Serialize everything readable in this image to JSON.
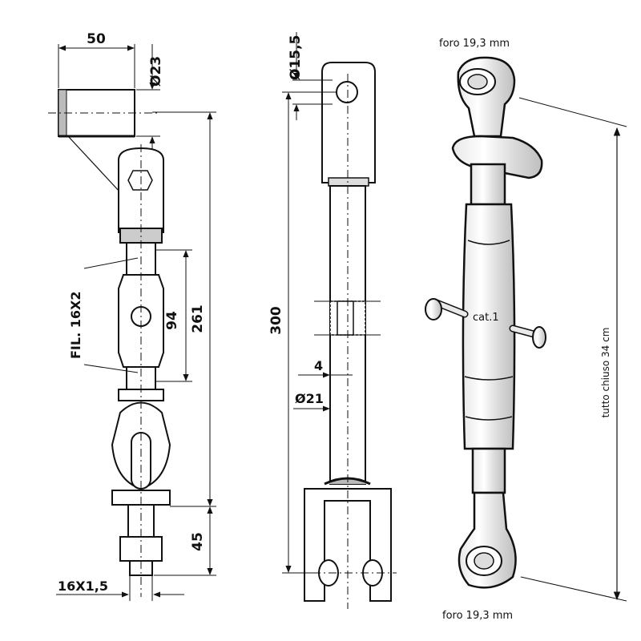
{
  "drawing_left": {
    "dim_top_width": "50",
    "dim_diameter": "Ø23",
    "dim_thread_label": "FIL. 16X2",
    "dim_middle": "94",
    "dim_total": "261",
    "dim_bottom": "45",
    "dim_thread_end": "16X1,5"
  },
  "drawing_middle": {
    "dim_hole": "Ø15,5",
    "dim_length": "300",
    "dim_small": "4",
    "dim_rod": "Ø21"
  },
  "photo_right": {
    "top_hole_label": "foro 19,3 mm",
    "bottom_hole_label": "foro 19,3 mm",
    "category_label": "cat.1",
    "length_label": "tutto chiuso 34 cm"
  }
}
